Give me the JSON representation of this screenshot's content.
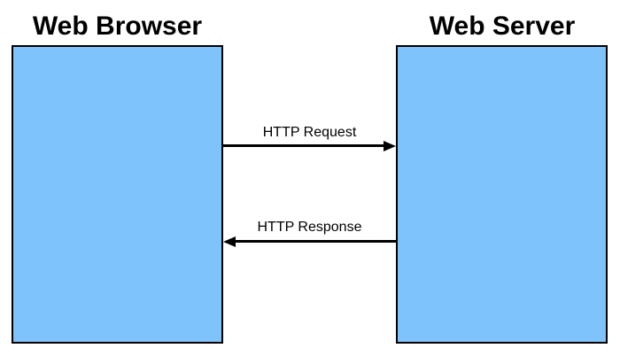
{
  "diagram": {
    "nodes": [
      {
        "id": "web-browser",
        "label": "Web Browser"
      },
      {
        "id": "web-server",
        "label": "Web Server"
      }
    ],
    "arrows": [
      {
        "id": "http-request",
        "label": "HTTP Request",
        "from": "web-browser",
        "to": "web-server",
        "direction": "right"
      },
      {
        "id": "http-response",
        "label": "HTTP Response",
        "from": "web-server",
        "to": "web-browser",
        "direction": "left"
      }
    ],
    "colors": {
      "node_fill": "#7EC3FC",
      "node_border": "#000000",
      "arrow": "#000000",
      "title_text": "#000000",
      "background": "#FFFFFF"
    }
  }
}
